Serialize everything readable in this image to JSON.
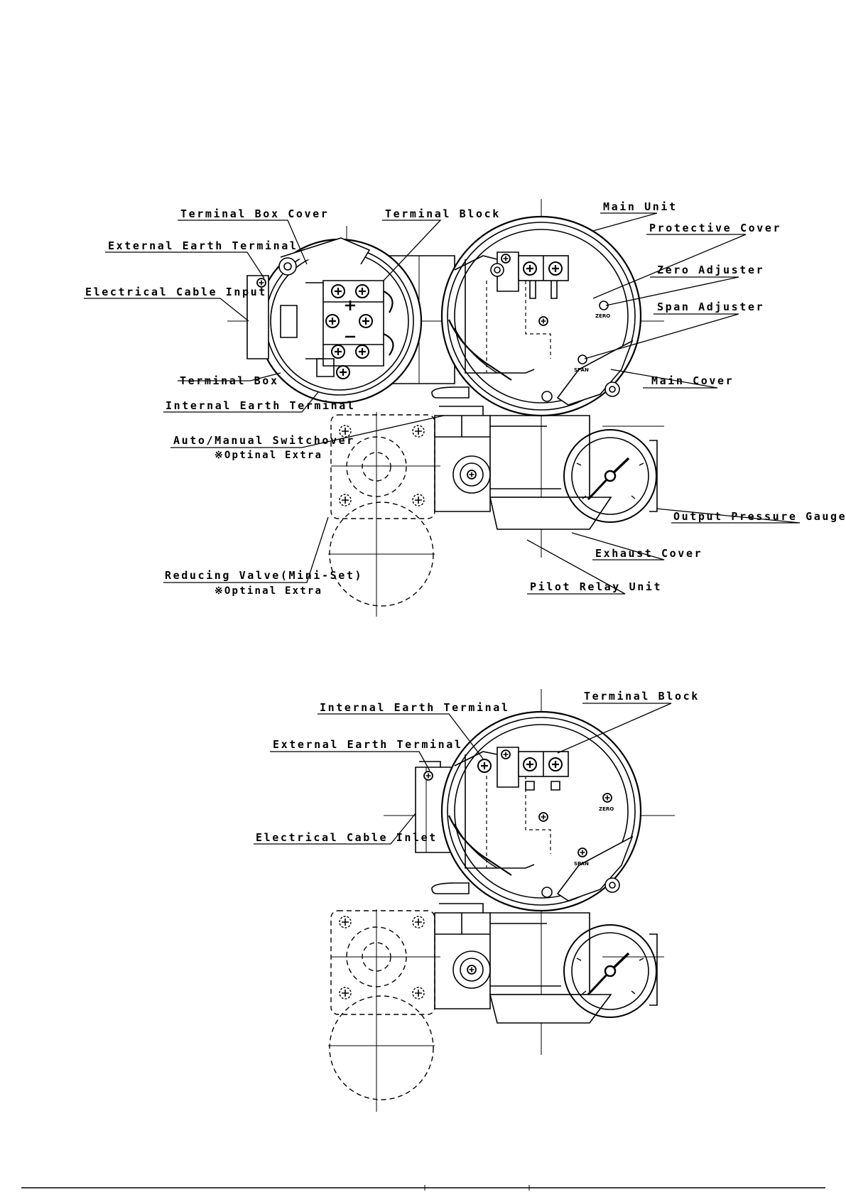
{
  "diagram1": {
    "labels": {
      "terminal_box_cover": "Terminal Box Cover",
      "terminal_block": "Terminal Block",
      "main_unit": "Main Unit",
      "protective_cover": "Protective Cover",
      "external_earth_terminal": "External Earth Terminal",
      "zero_adjuster": "Zero Adjuster",
      "electrical_cable_input": "Electrical Cable Input",
      "span_adjuster": "Span Adjuster",
      "terminal_box": "Terminal Box",
      "main_cover": "Main Cover",
      "internal_earth_terminal": "Internal Earth Terminal",
      "auto_manual_switchover": "Auto/Manual Switchover",
      "optional_extra_1": "※Optinal Extra",
      "output_pressure_gauge": "Output Pressure Gauge",
      "exhaust_cover": "Exhaust Cover",
      "reducing_valve": "Reducing Valve(Mini-Set)",
      "optional_extra_2": "※Optinal Extra",
      "pilot_relay_unit": "Pilot Relay Unit",
      "zero_mark": "ZERO",
      "span_mark": "SPAN"
    }
  },
  "diagram2": {
    "labels": {
      "internal_earth_terminal": "Internal Earth Terminal",
      "terminal_block": "Terminal Block",
      "external_earth_terminal": "External Earth Terminal",
      "electrical_cable_inlet": "Electrical Cable Inlet",
      "zero_mark": "ZERO",
      "span_mark": "SPAN"
    }
  }
}
